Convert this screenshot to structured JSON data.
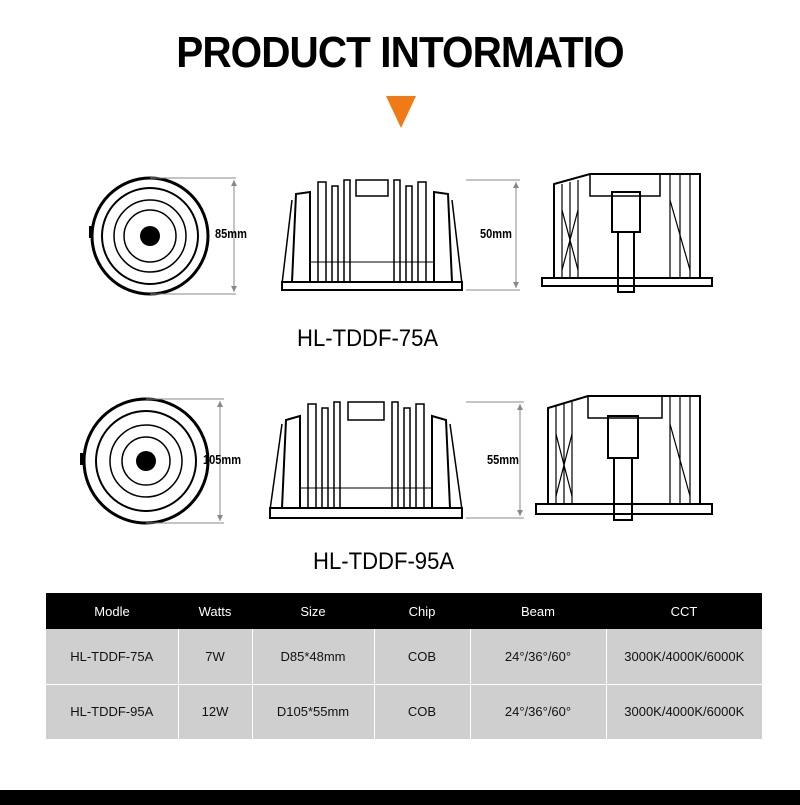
{
  "header": {
    "title": "PRODUCT INTORMATIO",
    "accent_color": "#f07a14"
  },
  "products": [
    {
      "model": "HL-TDDF-75A",
      "diameter_label": "85mm",
      "height_label": "50mm"
    },
    {
      "model": "HL-TDDF-95A",
      "diameter_label": "105mm",
      "height_label": "55mm"
    }
  ],
  "table": {
    "headers": [
      "Modle",
      "Watts",
      "Size",
      "Chip",
      "Beam",
      "CCT"
    ],
    "rows": [
      [
        "HL-TDDF-75A",
        "7W",
        "D85*48mm",
        "COB",
        "24°/36°/60°",
        "3000K/4000K/6000K"
      ],
      [
        "HL-TDDF-95A",
        "12W",
        "D105*55mm",
        "COB",
        "24°/36°/60°",
        "3000K/4000K/6000K"
      ]
    ]
  }
}
